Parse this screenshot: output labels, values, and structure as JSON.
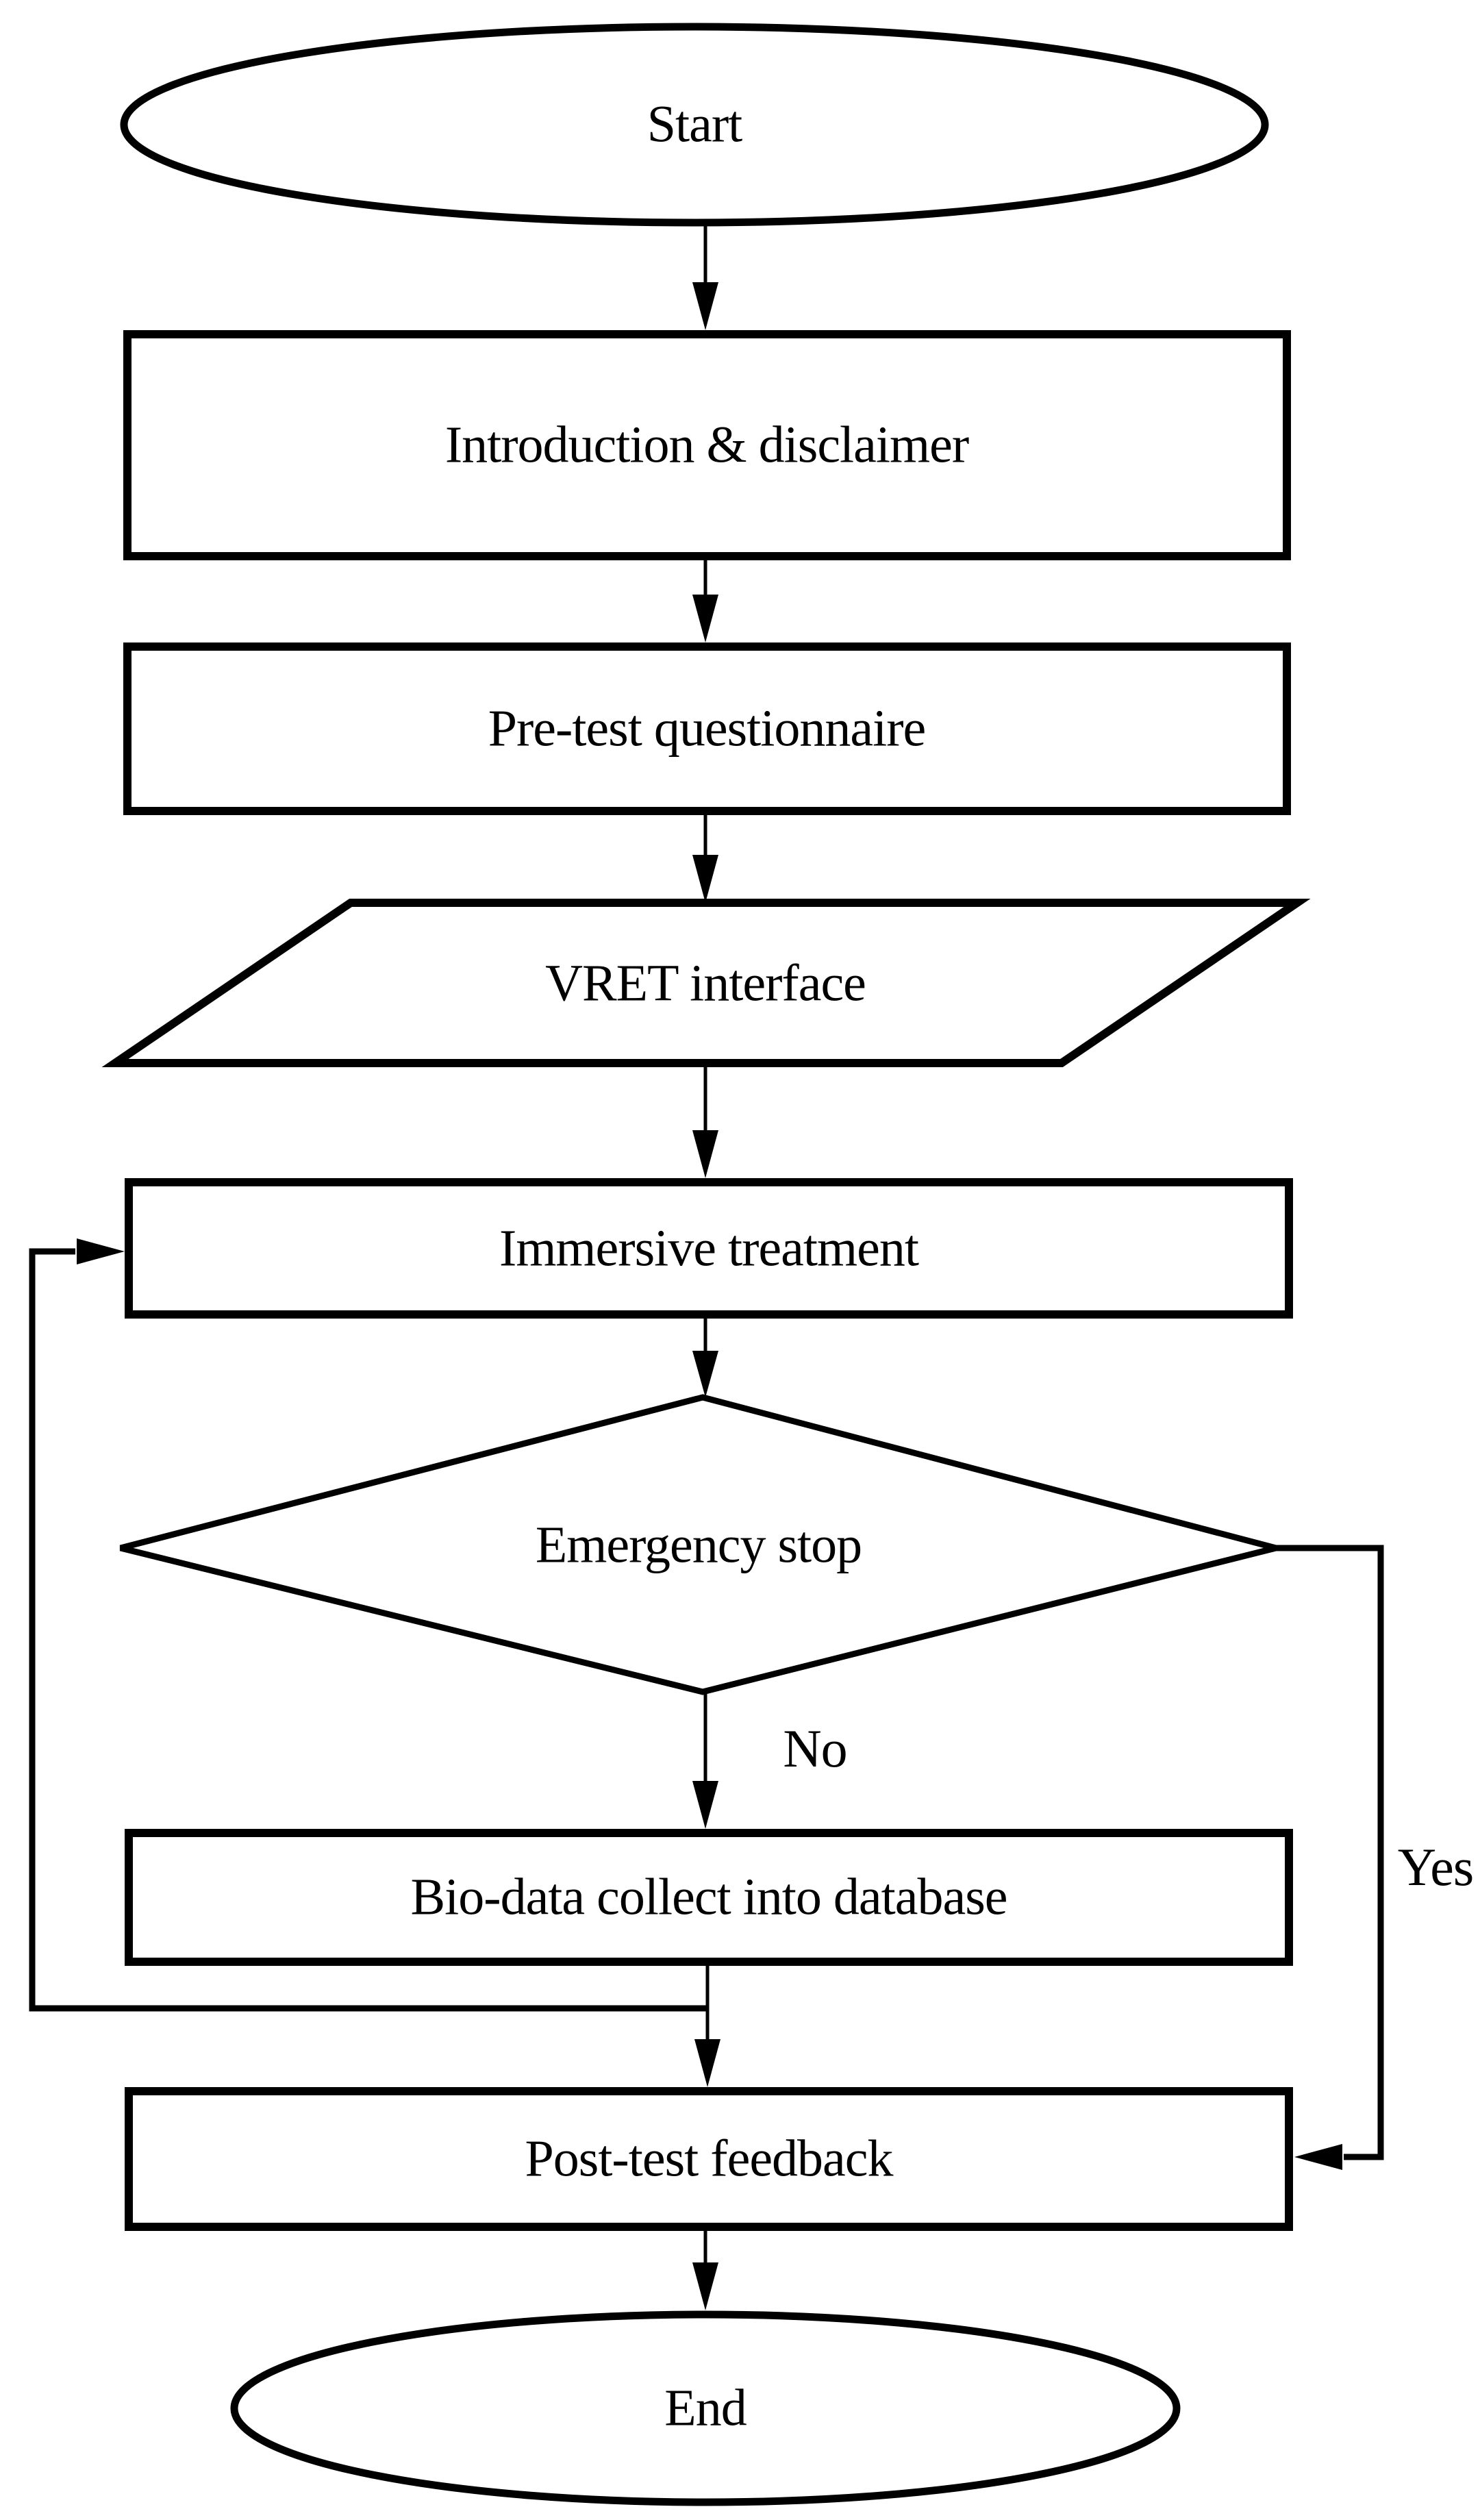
{
  "diagram": {
    "type": "flowchart",
    "colors": {
      "stroke": "#000000",
      "background": "#ffffff",
      "text": "#000000"
    },
    "nodes": [
      {
        "id": "start",
        "shape": "ellipse",
        "label": "Start"
      },
      {
        "id": "introduction",
        "shape": "process",
        "label": "Introduction & disclaimer"
      },
      {
        "id": "pretest",
        "shape": "process",
        "label": "Pre-test questionnaire"
      },
      {
        "id": "vret",
        "shape": "parallelogram",
        "label": "VRET interface"
      },
      {
        "id": "immersive",
        "shape": "process",
        "label": "Immersive treatment"
      },
      {
        "id": "emergency",
        "shape": "decision",
        "label": "Emergency stop"
      },
      {
        "id": "biodata",
        "shape": "process",
        "label": "Bio-data collect into database"
      },
      {
        "id": "posttest",
        "shape": "process",
        "label": "Post-test feedback"
      },
      {
        "id": "end",
        "shape": "ellipse",
        "label": "End"
      }
    ],
    "edges": [
      {
        "from": "start",
        "to": "introduction",
        "label": ""
      },
      {
        "from": "introduction",
        "to": "pretest",
        "label": ""
      },
      {
        "from": "pretest",
        "to": "vret",
        "label": ""
      },
      {
        "from": "vret",
        "to": "immersive",
        "label": ""
      },
      {
        "from": "immersive",
        "to": "emergency",
        "label": ""
      },
      {
        "from": "emergency",
        "to": "biodata",
        "label": "No"
      },
      {
        "from": "emergency",
        "to": "posttest",
        "label": "Yes"
      },
      {
        "from": "biodata",
        "to": "posttest",
        "label": ""
      },
      {
        "from": "biodata",
        "to": "immersive",
        "label": ""
      },
      {
        "from": "posttest",
        "to": "end",
        "label": ""
      }
    ]
  }
}
